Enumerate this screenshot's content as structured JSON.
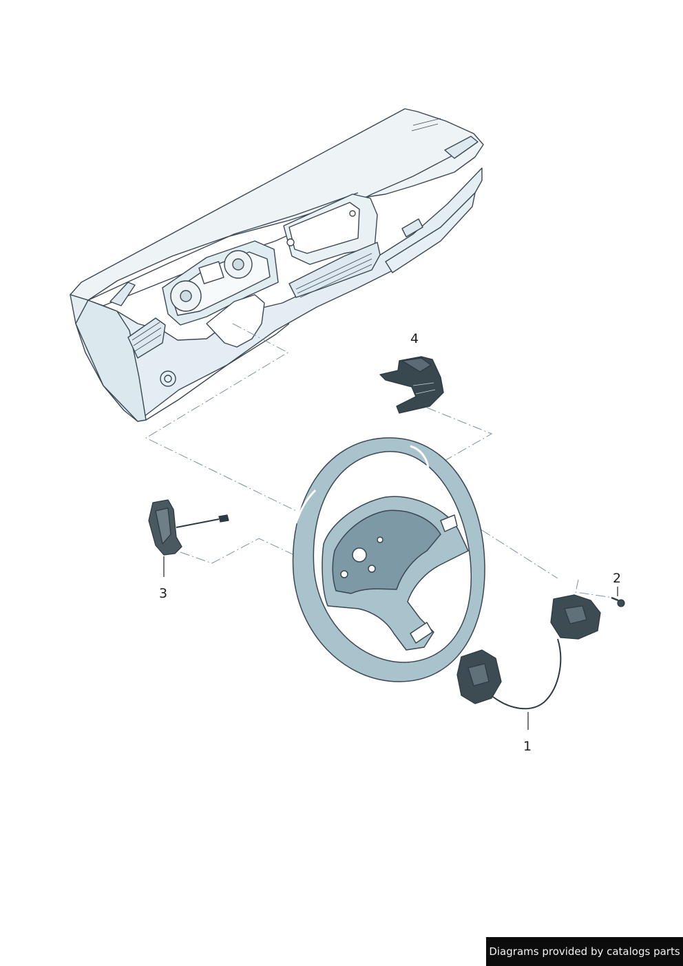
{
  "callouts": [
    {
      "id": "1",
      "label": "1"
    },
    {
      "id": "2",
      "label": "2"
    },
    {
      "id": "3",
      "label": "3"
    },
    {
      "id": "4",
      "label": "4"
    }
  ],
  "footer": {
    "credit": "Diagrams provided by catalogs parts"
  },
  "colors": {
    "outline": "#3a4650",
    "panel_fill": "#e9f1f4",
    "panel_shade": "#c9dbe2",
    "wheel_fill": "#a9c3cd",
    "dark_part": "#2c3a42",
    "dash_line": "#7e93a0",
    "footer_bg": "#0c0c0c",
    "footer_text": "#f2f2f2"
  },
  "icons": [
    "dashboard-drawing",
    "steering-wheel-drawing",
    "multifunction-switch-drawing",
    "screw-drawing",
    "trim-cover-drawing",
    "paddle-switch-drawing"
  ]
}
